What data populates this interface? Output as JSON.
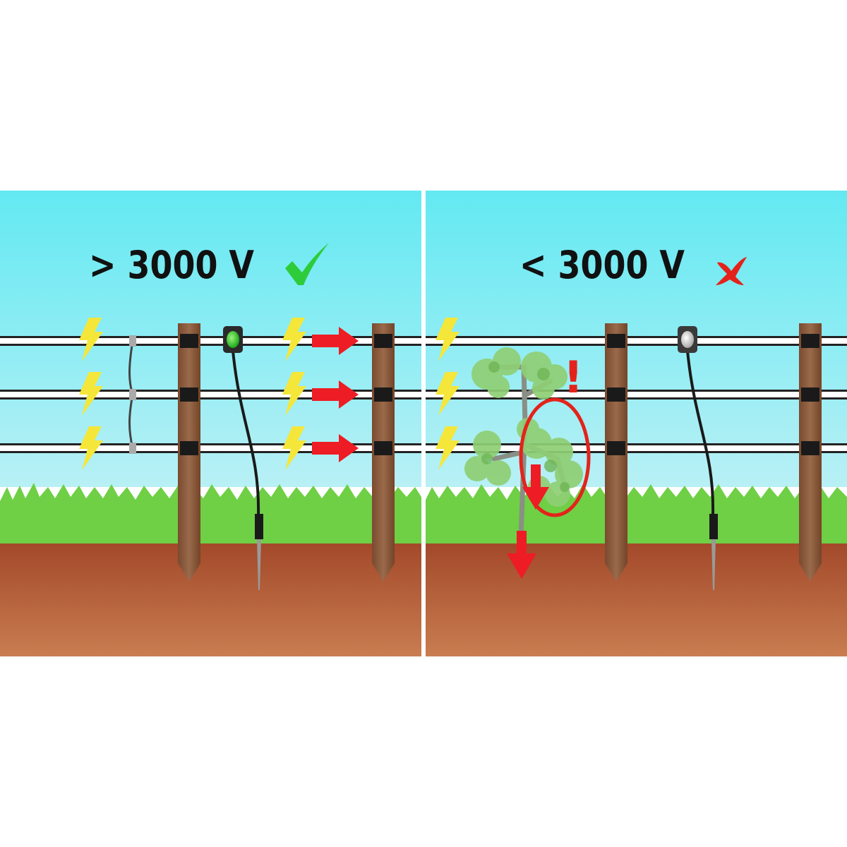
{
  "panels": {
    "left": {
      "voltage_label": "> 3000 V",
      "status_icon": "check-mark-icon",
      "indicator_state": "lit"
    },
    "right": {
      "voltage_label": "< 3000 V",
      "status_icon": "cross-mark-icon",
      "indicator_state": "off",
      "alert_mark": "!"
    }
  },
  "icons": [
    "lightning-bolt-icon",
    "current-flow-arrow-icon",
    "check-mark-icon",
    "cross-mark-icon",
    "warning-exclamation-icon",
    "fence-tester-icon",
    "ground-rod-icon",
    "branch-icon"
  ],
  "colors": {
    "sky_top": "#63e9f2",
    "sky_bottom": "#aeeef6",
    "grass": "#6fcf45",
    "soil_top": "#a3492a",
    "soil_bottom": "#c77a4e",
    "post": "#8b5a3c",
    "wire": "#ffffff",
    "insulator": "#1a1a1a",
    "bolt": "#f5e63a",
    "arrow": "#ee1c24",
    "check": "#2ecc3b",
    "cross": "#e3231b",
    "indicator_on": "#3ed13a",
    "indicator_off": "#d7d7d7",
    "leaves": "#8fcf74"
  }
}
